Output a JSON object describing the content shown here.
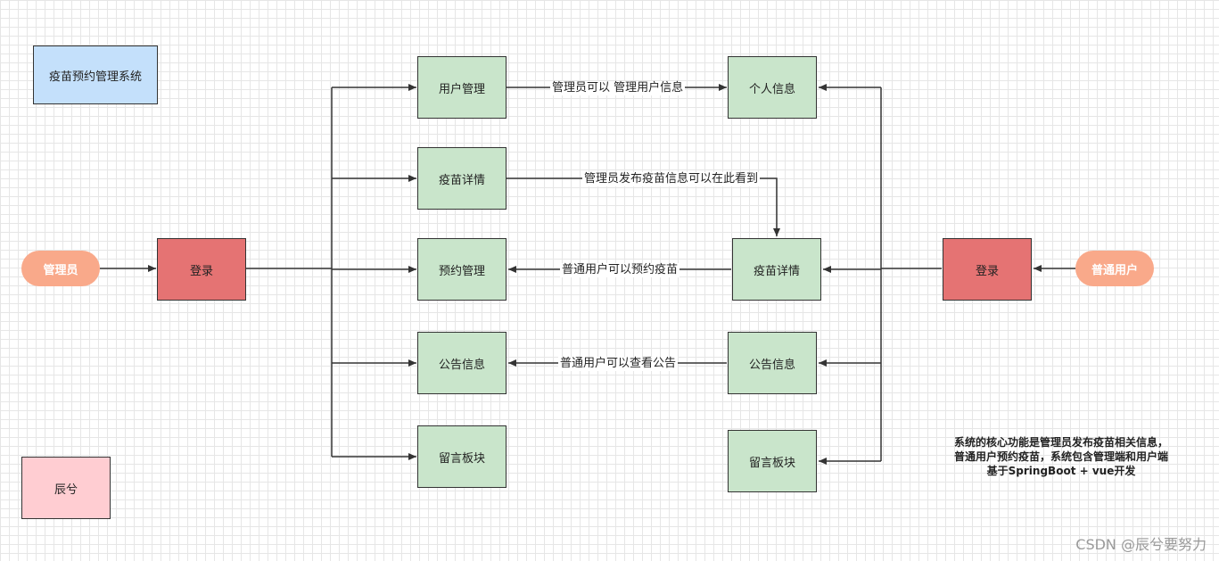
{
  "title": "疫苗预约管理系统",
  "author": "辰兮",
  "colors": {
    "title_box": "#c4e0fb",
    "green": "#c9e5cb",
    "red": "#e57373",
    "orange": "#f9a98a",
    "pink": "#ffcdd2",
    "line": "#333333"
  },
  "admin": {
    "actor": "管理员",
    "login": "登录",
    "modules": [
      "用户管理",
      "疫苗详情",
      "预约管理",
      "公告信息",
      "留言板块"
    ]
  },
  "user": {
    "actor": "普通用户",
    "login": "登录",
    "modules": [
      "个人信息",
      "疫苗详情",
      "公告信息",
      "留言板块"
    ]
  },
  "edge_labels": {
    "manage_users": "管理员可以 管理用户信息",
    "publish_vaccine": "管理员发布疫苗信息可以在此看到",
    "user_book": "普通用户可以预约疫苗",
    "user_view_notice": "普通用户可以查看公告"
  },
  "note": {
    "line1": "系统的核心功能是管理员发布疫苗相关信息，",
    "line2": "普通用户预约疫苗，系统包含管理端和用户端",
    "line3": "基于SpringBoot + vue开发"
  },
  "watermark": "CSDN @辰兮要努力"
}
